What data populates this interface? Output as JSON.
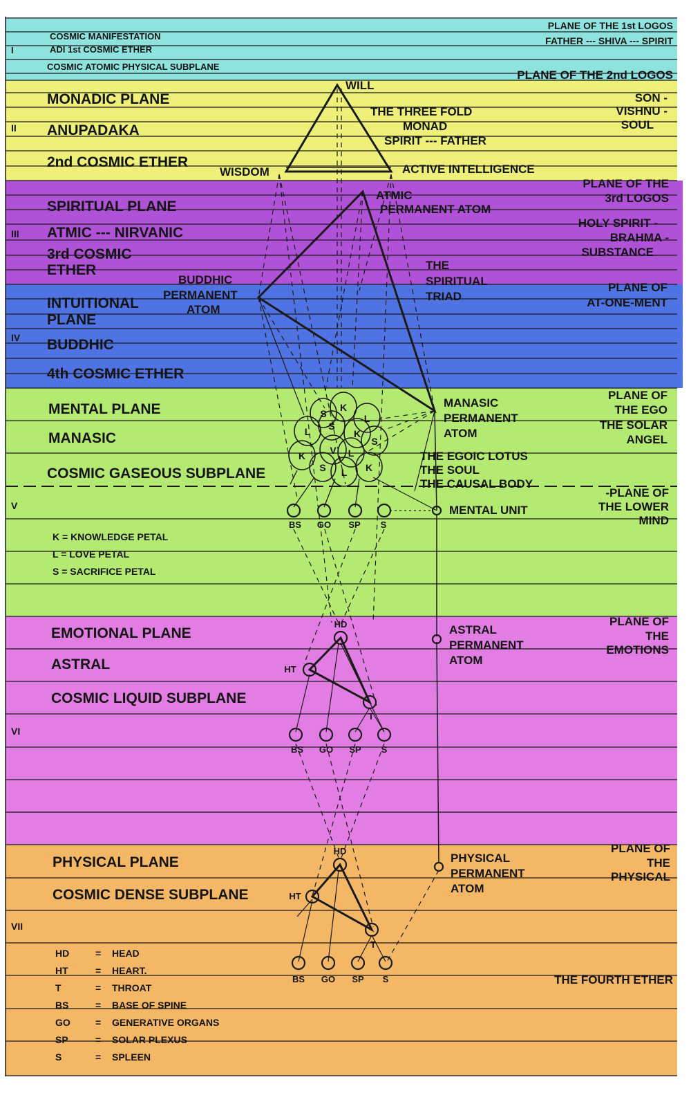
{
  "top": {
    "cosmic_manifestation": "COSMIC MANIFESTATION",
    "adi": "ADI  1st COSMIC ETHER",
    "roman_i": "I",
    "cosmic_atomic": "COSMIC ATOMIC PHYSICAL SUBPLANE",
    "plane_1st_logos": "PLANE OF THE 1st LOGOS",
    "father_shiva_spirit": "FATHER --- SHIVA --- SPIRIT"
  },
  "logos2": {
    "plane_label": "PLANE OF THE 2nd LOGOS",
    "monadic_plane": "MONADIC PLANE",
    "roman": "II",
    "anupadaka": "ANUPADAKA",
    "cosmic_ether": "2nd COSMIC ETHER",
    "will": "WILL",
    "three_fold": "THE THREE FOLD",
    "monad": "MONAD",
    "spirit_father": "SPIRIT --- FATHER",
    "wisdom": "WISDOM",
    "active_intelligence": "ACTIVE INTELLIGENCE",
    "son": "SON -",
    "vishnu": "VISHNU -",
    "soul": "SOUL"
  },
  "logos3": {
    "plane_label_1": "PLANE OF THE",
    "plane_label_2": "3rd LOGOS",
    "spiritual_plane": "SPIRITUAL PLANE",
    "roman": "III",
    "atmic_nirvanic": "ATMIC --- NIRVANIC",
    "cosmic_ether_1": "3rd COSMIC",
    "cosmic_ether_2": "ETHER",
    "atmic_1": "ATMIC",
    "atmic_2": "PERMANENT ATOM",
    "holy_spirit": "HOLY SPIRIT -",
    "brahma": "BRAHMA -",
    "substance": "SUBSTANCE",
    "triad_1": "THE",
    "triad_2": "SPIRITUAL",
    "triad_3": "TRIAD"
  },
  "buddhic": {
    "buddhic_atom_1": "BUDDHIC",
    "buddhic_atom_2": "PERMANENT",
    "buddhic_atom_3": "ATOM",
    "intuitional": "INTUITIONAL",
    "plane": "PLANE",
    "roman": "IV",
    "buddhic": "BUDDHIC",
    "cosmic_ether": "4th COSMIC ETHER",
    "at_one_ment_1": "PLANE OF",
    "at_one_ment_2": "AT-ONE-MENT"
  },
  "mental": {
    "mental_plane": "MENTAL PLANE",
    "manasic": "MANASIC",
    "cosmic_gaseous": "COSMIC GASEOUS SUBPLANE",
    "roman": "V",
    "manasic_atom_1": "MANASIC",
    "manasic_atom_2": "PERMANENT",
    "manasic_atom_3": "ATOM",
    "ego_1": "PLANE OF",
    "ego_2": "THE EGO",
    "ego_3": "THE SOLAR",
    "ego_4": "ANGEL",
    "lotus_1": "THE EGOIC LOTUS",
    "lotus_2": "THE SOUL",
    "lotus_3": "THE CAUSAL BODY",
    "lower_mind_1": "-PLANE OF",
    "lower_mind_2": "THE LOWER",
    "lower_mind_3": "MIND",
    "mental_unit": "MENTAL UNIT",
    "key_k": "K  =  KNOWLEDGE PETAL",
    "key_l": "L  =  LOVE PETAL",
    "key_s": "S  =  SACRIFICE PETAL"
  },
  "petals": [
    "S",
    "K",
    "L",
    "L",
    "S",
    "K",
    "K",
    "S",
    "L",
    "K",
    "S",
    "L",
    "V"
  ],
  "centers": {
    "bs": "BS",
    "go": "GO",
    "sp": "SP",
    "s": "S",
    "hd": "HD",
    "ht": "HT",
    "t": "T"
  },
  "emotional": {
    "emotional_plane": "EMOTIONAL PLANE",
    "astral": "ASTRAL",
    "cosmic_liquid": "COSMIC LIQUID SUBPLANE",
    "roman": "VI",
    "astral_atom_1": "ASTRAL",
    "astral_atom_2": "PERMANENT",
    "astral_atom_3": "ATOM",
    "emotions_1": "PLANE OF",
    "emotions_2": "THE",
    "emotions_3": "EMOTIONS"
  },
  "physical": {
    "physical_plane": "PHYSICAL PLANE",
    "cosmic_dense": "COSMIC DENSE SUBPLANE",
    "roman": "VII",
    "physical_atom_1": "PHYSICAL",
    "physical_atom_2": "PERMANENT",
    "physical_atom_3": "ATOM",
    "physical_1": "PLANE OF",
    "physical_2": "THE",
    "physical_3": "PHYSICAL",
    "fourth_ether": "THE FOURTH ETHER"
  },
  "legend": {
    "hd": "HD",
    "hd_val": "HEAD",
    "ht": "HT",
    "ht_val": "HEART.",
    "t": "T",
    "t_val": "THROAT",
    "bs": "BS",
    "bs_val": "BASE OF SPINE",
    "go": "GO",
    "go_val": "GENERATIVE ORGANS",
    "sp": "SP",
    "sp_val": "SOLAR PLEXUS",
    "s": "S",
    "s_val": "SPLEEN",
    "eq": "="
  },
  "colors": {
    "cyan": "#8fe3df",
    "yellow": "#eef07a",
    "purple": "#b052d8",
    "blue": "#4f73e2",
    "green": "#b4ea72",
    "magenta": "#e27de4",
    "orange": "#f4b766",
    "line": "#1a1a1a"
  }
}
